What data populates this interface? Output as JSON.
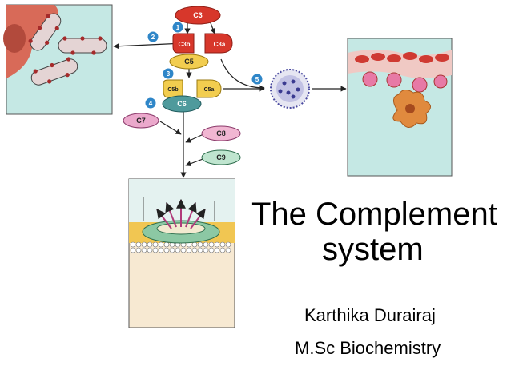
{
  "slide": {
    "title_line1": "The Complement",
    "title_line2": "system",
    "author": "Karthika Durairaj",
    "degree": "M.Sc Biochemistry"
  },
  "diagram": {
    "proteins": {
      "c3": "C3",
      "c3b": "C3b",
      "c3a": "C3a",
      "c5": "C5",
      "c5b": "C5b",
      "c5a": "C5a",
      "c6": "C6",
      "c7": "C7",
      "c8": "C8",
      "c9": "C9"
    },
    "steps": [
      "1",
      "2",
      "3",
      "4",
      "5"
    ],
    "colors": {
      "c3_red": "#d7372b",
      "c5_yellow": "#f2cd4f",
      "c6_teal": "#4f9a9c",
      "c7_pink": "#eba9cc",
      "c8_pink": "#f1b6d2",
      "c9_green": "#bfe5cf",
      "step_badge_blue": "#2f86c8",
      "panel_light_teal": "#c5e8e4",
      "membrane_yellow": "#f1c652",
      "cytoplasm_beige": "#f7e9d2"
    }
  }
}
